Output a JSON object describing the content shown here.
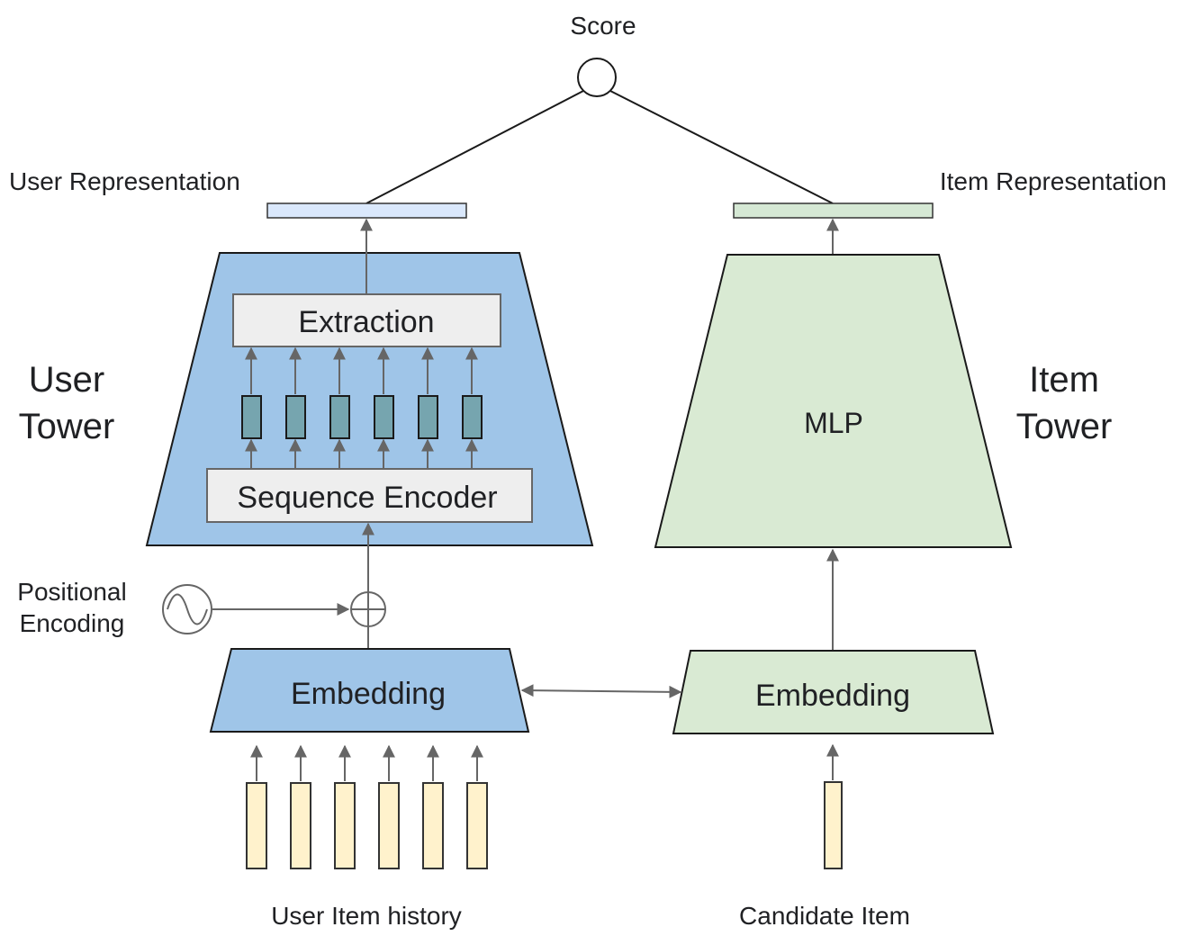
{
  "score": {
    "label": "Score"
  },
  "user_representation": {
    "label": "User Representation",
    "color": "#dae8fc"
  },
  "item_representation": {
    "label": "Item Representation",
    "color": "#d5e8d4"
  },
  "user_tower": {
    "label_line1": "User",
    "label_line2": "Tower",
    "color": "#9fc5e8",
    "extraction_label": "Extraction",
    "sequence_encoder_label": "Sequence Encoder",
    "hidden_state_color": "#76a5af",
    "hidden_state_count": 6
  },
  "item_tower": {
    "label_line1": "Item",
    "label_line2": "Tower",
    "color": "#d9ead3",
    "mlp_label": "MLP"
  },
  "positional_encoding": {
    "label_line1": "Positional",
    "label_line2": "Encoding"
  },
  "user_embedding": {
    "label": "Embedding",
    "color": "#9fc5e8"
  },
  "item_embedding": {
    "label": "Embedding",
    "color": "#d9ead3"
  },
  "user_item_history": {
    "label": "User Item history",
    "color": "#fff2cc",
    "count": 6
  },
  "candidate_item": {
    "label": "Candidate Item",
    "color": "#fff2cc"
  }
}
